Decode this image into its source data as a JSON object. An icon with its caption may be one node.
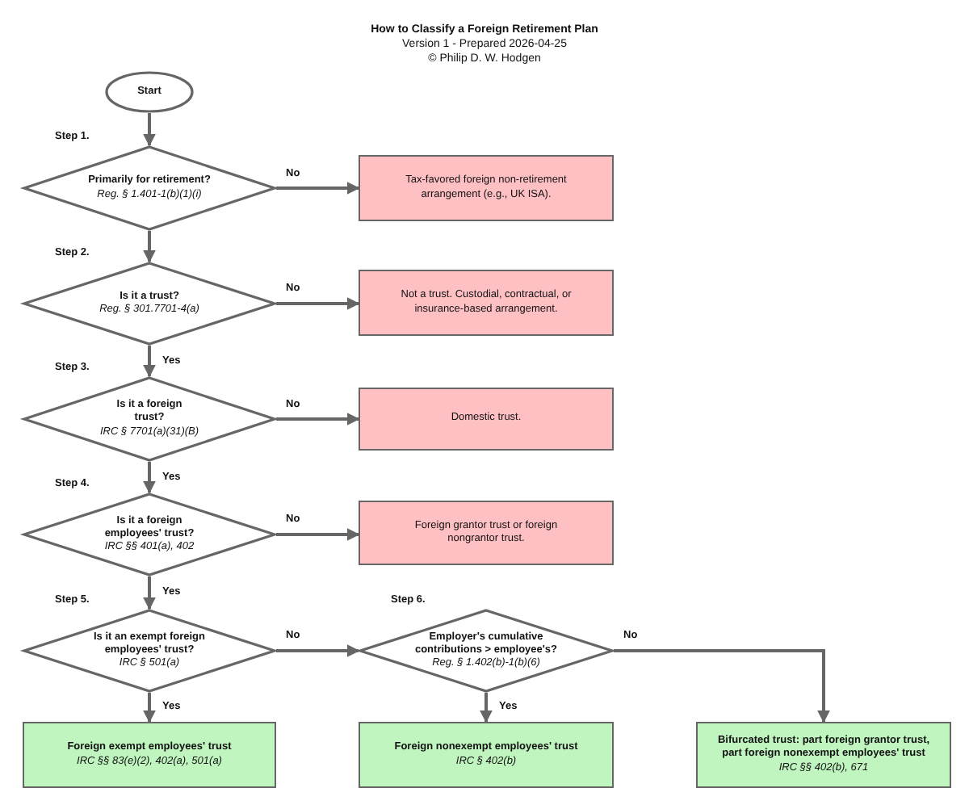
{
  "diagram": {
    "title": "How to Classify a Foreign Retirement Plan",
    "nodes": [
      {
        "text": [
          "Start"
        ]
      },
      {
        "text": [
          "Primarily for retirement?",
          "*Reg. § 1.401-1(b)(1)(i)*"
        ],
        "beside": [
          "Step 1."
        ]
      },
      {
        "text": [
          "Tax-favored foreign non-retirement arrangement (e.g., UK ISA)."
        ]
      },
      {
        "text": [
          "Is it a trust?",
          "*Reg. § 301.7701-4(a)*"
        ],
        "beside": [
          "Step 2."
        ]
      },
      {
        "text": [
          "Not a trust. Custodial, contractual, or insurance-based arrangement."
        ]
      },
      {
        "text": [
          "Is it a foreign trust?",
          "*IRC § 7701(a)(31)(B)*"
        ],
        "beside": [
          "Step 3."
        ]
      },
      {
        "text": [
          "Domestic trust."
        ]
      },
      {
        "text": [
          "Is it a foreign employees' trust?",
          "*IRC §§ 401(a), 402*"
        ],
        "beside": [
          "Step 4."
        ]
      },
      {
        "text": [
          "Foreign grantor trust or foreign nongrantor trust."
        ]
      },
      {
        "text": [
          "Is it an exempt foreign employees' trust?",
          "*IRC § 501(a)*"
        ],
        "beside": [
          "Step 5."
        ]
      },
      {
        "text": [
          "Employer's cumulative contributions > employee's?",
          "*Reg. § 1.402(b)-1(b)(6)*"
        ],
        "beside": [
          "Step 6."
        ]
      },
      {
        "text": [
          "Foreign exempt employees' trust",
          "*IRC §§ 83(e)(2), 402(a), 501(a)*"
        ]
      },
      {
        "text": [
          "Foreign nonexempt employees' trust",
          "*IRC § 402(b)*"
        ]
      },
      {
        "text": [
          "Bifurcated trust: part foreign grantor trust, part foreign nonexempt employees' trust",
          "*IRC §§ 402(b), 671*"
        ]
      }
    ],
    "edges": [
      {
        "from": 0,
        "to": 1,
        "arrow": "to"
      },
      {
        "from": 1,
        "to": 2,
        "arrow": "to",
        "label": "No"
      },
      {
        "from": 1,
        "to": 3,
        "arrow": "to"
      },
      {
        "from": 3,
        "to": 4,
        "arrow": "to",
        "label": "No"
      },
      {
        "from": 3,
        "to": 5,
        "arrow": "to",
        "label": "Yes"
      },
      {
        "from": 5,
        "to": 6,
        "arrow": "to",
        "label": "No"
      },
      {
        "from": 5,
        "to": 7,
        "arrow": "to",
        "label": "Yes"
      },
      {
        "from": 7,
        "to": 8,
        "arrow": "to",
        "label": "No"
      },
      {
        "from": 7,
        "to": 9,
        "arrow": "to",
        "label": "Yes"
      },
      {
        "from": 9,
        "to": 10,
        "arrow": "to",
        "label": "No"
      },
      {
        "from": 9,
        "to": 11,
        "arrow": "to",
        "label": "Yes"
      },
      {
        "from": 10,
        "to": 12,
        "arrow": "to",
        "label": "Yes"
      },
      {
        "from": 10,
        "to": 13,
        "arrow": "to",
        "label": "No"
      }
    ],
    "labels": [
      "Version 1 - Prepared 2026-04-25",
      "© Philip D. W. Hodgen"
    ]
  }
}
